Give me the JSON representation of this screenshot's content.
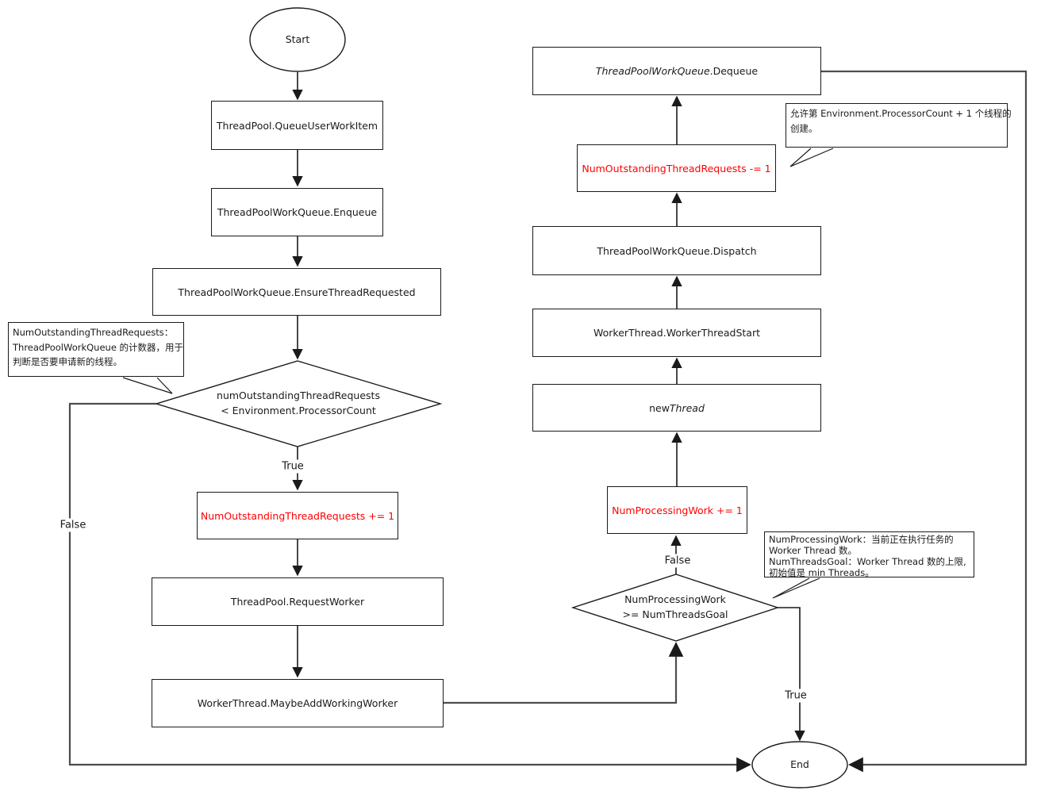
{
  "colors": {
    "background": "#ffffff",
    "stroke": "#1a1a1a",
    "route": "#4d4d4d",
    "red": "#ff0000"
  },
  "nodes": {
    "start": {
      "label": "Start"
    },
    "queue_user_work_item": {
      "label": "ThreadPool.QueueUserWorkItem"
    },
    "enqueue": {
      "label": "ThreadPoolWorkQueue.Enqueue"
    },
    "ensure_thread_requested": {
      "label": "ThreadPoolWorkQueue.EnsureThreadRequested"
    },
    "decision_outstanding": {
      "line1": "numOutstandingThreadRequests",
      "line2": "< Environment.ProcessorCount"
    },
    "increment_outstanding": {
      "label": "NumOutstandingThreadRequests += 1"
    },
    "request_worker": {
      "label": "ThreadPool.RequestWorker"
    },
    "maybe_add_working_worker": {
      "label": "WorkerThread.MaybeAddWorkingWorker"
    },
    "dequeue": {
      "italic": "ThreadPoolWorkQueue",
      "rest": ".Dequeue"
    },
    "decrement_outstanding": {
      "label": "NumOutstandingThreadRequests -= 1"
    },
    "dispatch": {
      "label": "ThreadPoolWorkQueue.Dispatch"
    },
    "worker_thread_start": {
      "label": "WorkerThread.WorkerThreadStart"
    },
    "new_thread": {
      "prefix": "new ",
      "italic": "Thread"
    },
    "increment_processing": {
      "label": "NumProcessingWork += 1"
    },
    "decision_processing": {
      "line1": "NumProcessingWork",
      "line2": ">= NumThreadsGoal"
    },
    "end": {
      "label": "End"
    }
  },
  "edge_labels": {
    "outstanding_true": "True",
    "outstanding_false": "False",
    "processing_false": "False",
    "processing_true": "True"
  },
  "callouts": {
    "outstanding_note": {
      "lines": [
        "NumOutstandingThreadRequests：",
        "ThreadPoolWorkQueue 的计数器，用于",
        "判断是否要申请新的线程。"
      ]
    },
    "processor_note": {
      "lines": [
        "允许第 Environment.ProcessorCount + 1 个线程的",
        "创建。"
      ]
    },
    "processing_note": {
      "lines": [
        "NumProcessingWork：当前正在执行任务的",
        "Worker Thread 数。",
        "NumThreadsGoal：Worker Thread 数的上限,",
        "初始值是 min Threads。"
      ]
    }
  }
}
